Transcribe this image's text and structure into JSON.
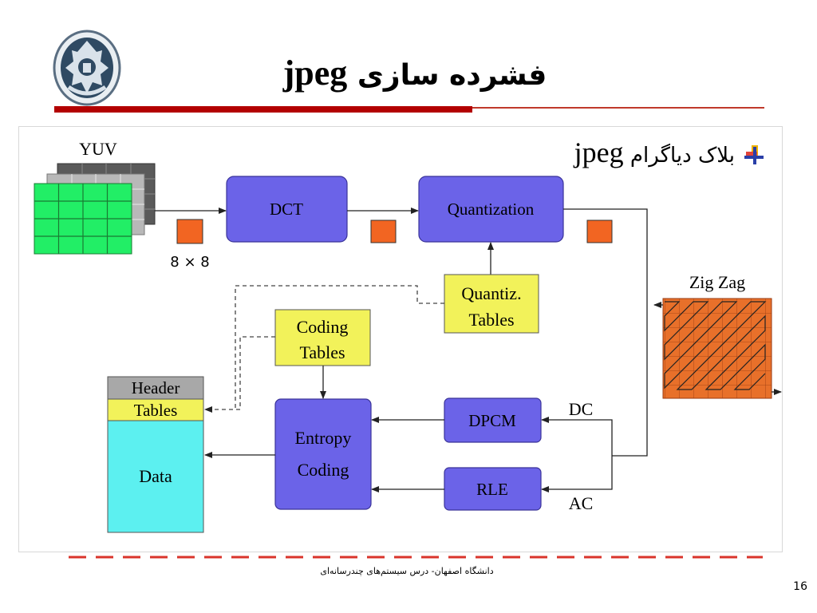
{
  "slide": {
    "title_prefix": "فشرده سازی",
    "title_latin": "jpeg",
    "bullet_prefix": "بلاک دیاگرام",
    "bullet_latin": "jpeg",
    "footer": "دانشگاه اصفهان- درس سیستم‌های چندرسانه‌ای",
    "page_number": "16"
  },
  "diagram": {
    "yuv_label": "YUV",
    "block_size_label": "8 × 8",
    "dct_label": "DCT",
    "quantization_label": "Quantization",
    "quantiz_tables_line1": "Quantiz.",
    "quantiz_tables_line2": "Tables",
    "coding_tables_line1": "Coding",
    "coding_tables_line2": "Tables",
    "zigzag_label": "Zig Zag",
    "header_label": "Header",
    "tables_label": "Tables",
    "data_label": "Data",
    "entropy_line1": "Entropy",
    "entropy_line2": "Coding",
    "dpcm_label": "DPCM",
    "rle_label": "RLE",
    "dc_label": "DC",
    "ac_label": "AC"
  },
  "colors": {
    "process_box": "#6b63e8",
    "table_box": "#f2f25a",
    "data_box": "#5cf0f0",
    "header_box": "#a8a8a8",
    "block_square": "#f26522",
    "zigzag_fill": "#e8702a",
    "yuv_front": "#22ee66",
    "title_rule": "#b30000"
  }
}
